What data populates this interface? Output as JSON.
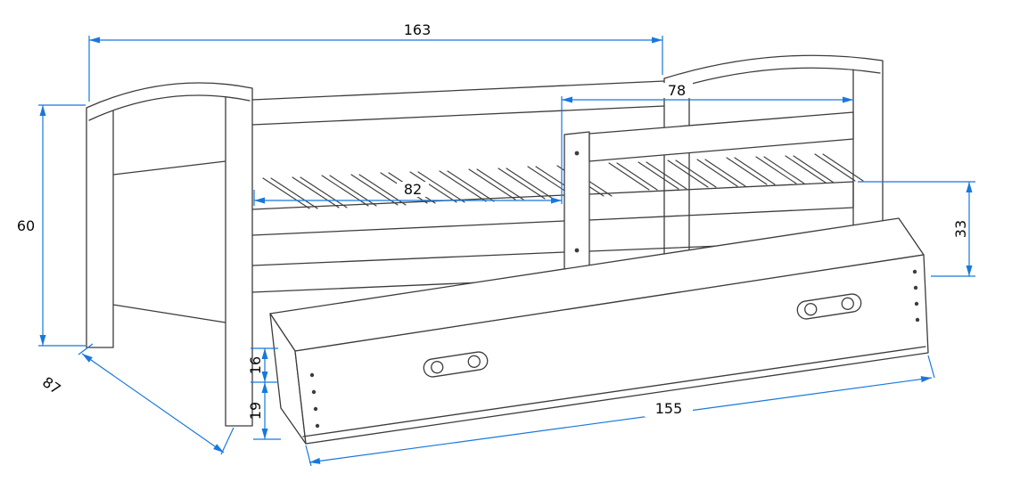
{
  "diagram": {
    "subject": "kids-bed-with-drawer-technical-drawing",
    "background": "#ffffff",
    "colors": {
      "outline": "#3c3c3c",
      "dimension_line": "#1778dd",
      "dimension_text": "#0a0a0a"
    },
    "dimensions": {
      "overall_length": "163",
      "opening_width": "78",
      "headboard_height": "60",
      "rail_section_length": "82",
      "side_rail_height": "33",
      "bed_depth": "87",
      "base_clearance": "16",
      "drawer_front_height": "19",
      "drawer_length": "155"
    }
  }
}
